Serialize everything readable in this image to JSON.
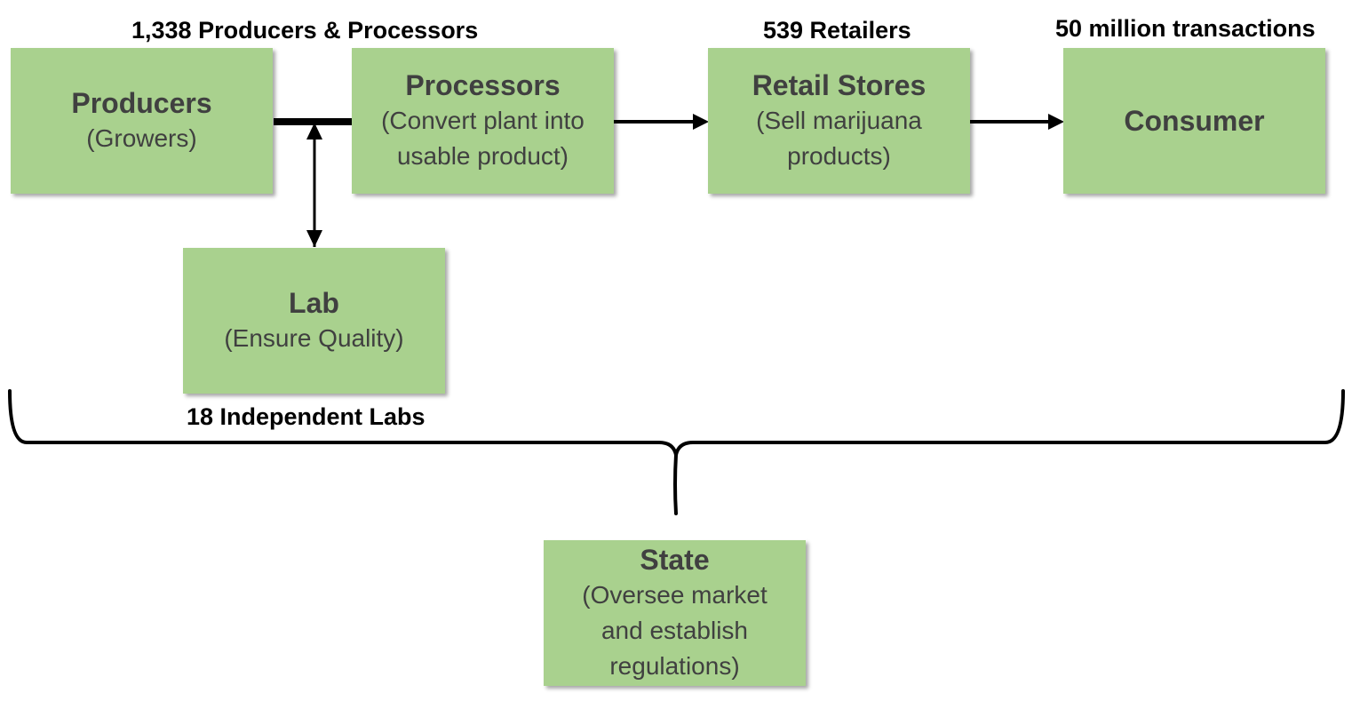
{
  "counts": {
    "producers_processors": "1,338 Producers & Processors",
    "retailers": "539 Retailers",
    "transactions": "50 million transactions",
    "labs": "18 Independent Labs"
  },
  "nodes": {
    "producers": {
      "title": "Producers",
      "sub": "(Growers)"
    },
    "processors": {
      "title": "Processors",
      "sub": "(Convert plant into\nusable product)"
    },
    "retail": {
      "title": "Retail Stores",
      "sub": "(Sell marijuana\nproducts)"
    },
    "consumer": {
      "title": "Consumer",
      "sub": ""
    },
    "lab": {
      "title": "Lab",
      "sub": "(Ensure Quality)"
    },
    "state": {
      "title": "State",
      "sub": "(Oversee market\nand establish\nregulations)"
    }
  },
  "colors": {
    "box_fill": "#a9d18e",
    "box_text": "#404040",
    "line": "#000000"
  }
}
